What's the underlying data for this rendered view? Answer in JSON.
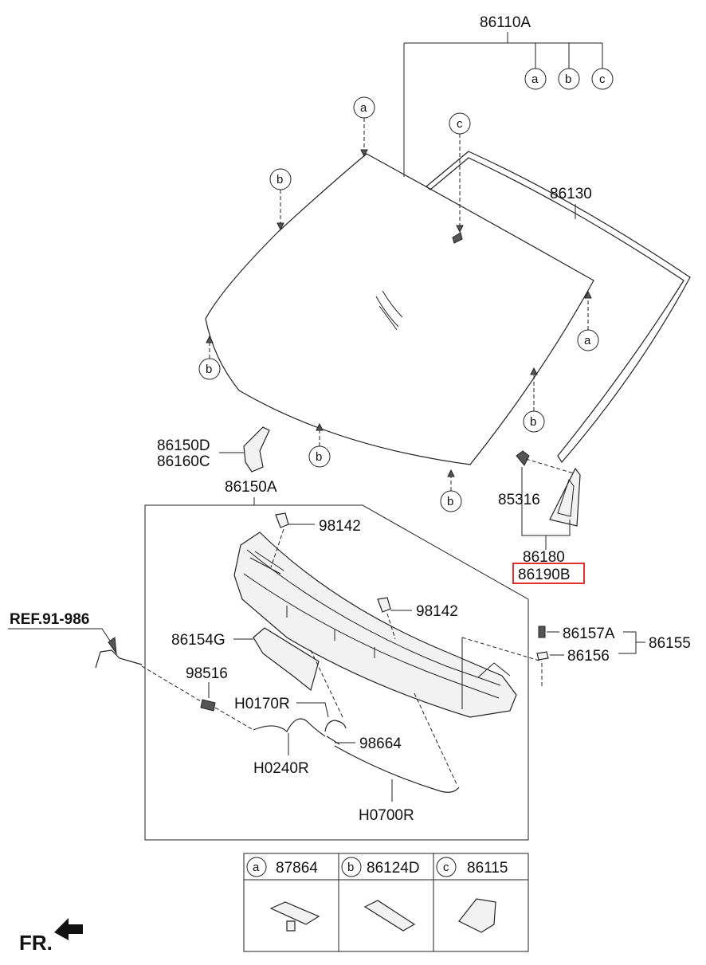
{
  "callouts": {
    "windshield_assy": "86110A",
    "moulding": "86130",
    "cowl_cover_side": "86150D",
    "cowl_cover_side_2": "86160C",
    "cowl_top_cover": "86150A",
    "clip_85316": "85316",
    "glass_86180": "86180",
    "glass_86190b": "86190B",
    "clip_98142_a": "98142",
    "clip_98142_b": "98142",
    "seal_86154g": "86154G",
    "nozzle_98516": "98516",
    "hose_h0170r": "H0170R",
    "connector_98664": "98664",
    "hose_h0240r": "H0240R",
    "hose_h0700r": "H0700R",
    "bolt_86157a": "86157A",
    "nut_86156": "86156",
    "group_86155": "86155",
    "ref": "REF.91-986",
    "front": "FR."
  },
  "markers": {
    "a": "a",
    "b": "b",
    "c": "c"
  },
  "highlight_color": "#e03030",
  "legend": [
    {
      "letter": "a",
      "part": "87864"
    },
    {
      "letter": "b",
      "part": "86124D"
    },
    {
      "letter": "c",
      "part": "86115"
    }
  ]
}
